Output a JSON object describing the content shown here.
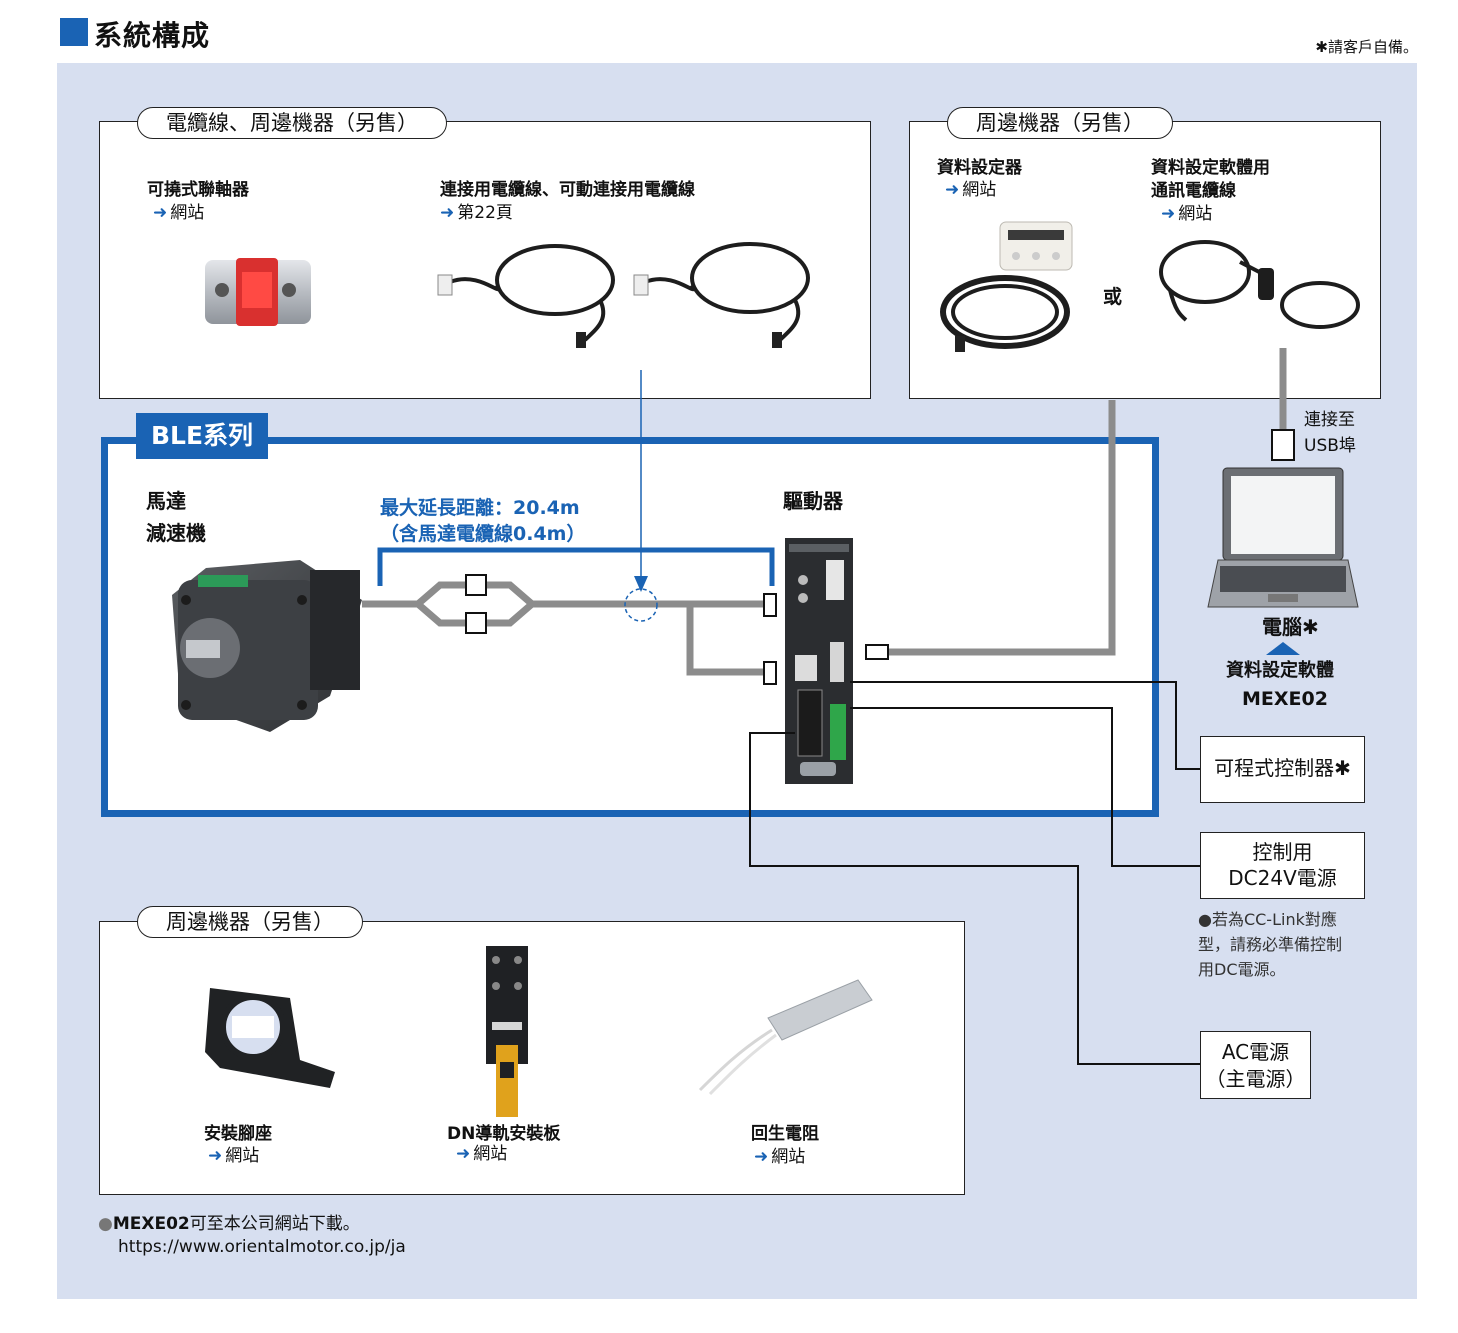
{
  "header": {
    "title": "系統構成",
    "note": "✱請客戶自備。"
  },
  "top_left_box": {
    "title": "電纜線、周邊機器（另售）",
    "coupling": {
      "label": "可撓式聯軸器",
      "link": "網站"
    },
    "cable": {
      "label": "連接用電纜線、可動連接用電纜線",
      "link": "第22頁"
    }
  },
  "top_right_box": {
    "title": "周邊機器（另售）",
    "data_setter": {
      "label": "資料設定器",
      "link": "網站"
    },
    "comm_cable": {
      "label_line1": "資料設定軟體用",
      "label_line2": "通訊電纜線",
      "link": "網站"
    },
    "or_text": "或"
  },
  "ble": {
    "tab": "BLE系列",
    "motor_line1": "馬達",
    "motor_line2": "減速機",
    "max_distance_line1": "最大延長距離：20.4m",
    "max_distance_line2": "（含馬達電纜線0.4m）",
    "driver": "驅動器"
  },
  "pc": {
    "connect_line1": "連接至",
    "connect_line2": "USB埠",
    "label": "電腦✱",
    "software_label": "資料設定軟體",
    "software_name": "MEXE02"
  },
  "plc": {
    "label": "可程式控制器✱"
  },
  "dc_power": {
    "line1": "控制用",
    "line2": "DC24V電源",
    "note_line1": "●若為CC-Link對應",
    "note_line2": "型，請務必準備控制",
    "note_line3": "用DC電源。"
  },
  "ac_power": {
    "line1": "AC電源",
    "line2": "（主電源）"
  },
  "bottom_box": {
    "title": "周邊機器（另售）",
    "mount": {
      "label": "安裝腳座",
      "link": "網站"
    },
    "din": {
      "label": "DN導軌安裝板",
      "link": "網站"
    },
    "resistor": {
      "label": "回生電阻",
      "link": "網站"
    }
  },
  "footer": {
    "bullet": "●",
    "software": "MEXE02",
    "text": "可至本公司網站下載。",
    "url": "https://www.orientalmotor.co.jp/ja"
  },
  "colors": {
    "brand_blue": "#1a63b4",
    "panel_bg": "#d7dff0",
    "cable_gray": "#8c8c8c"
  },
  "icons": [
    "right-arrow-icon",
    "flexible-coupling-image",
    "connection-cable-image",
    "data-setter-image",
    "usb-cable-image",
    "laptop-image",
    "gear-motor-image",
    "driver-image",
    "mounting-bracket-image",
    "din-rail-plate-image",
    "regen-resistor-image"
  ]
}
